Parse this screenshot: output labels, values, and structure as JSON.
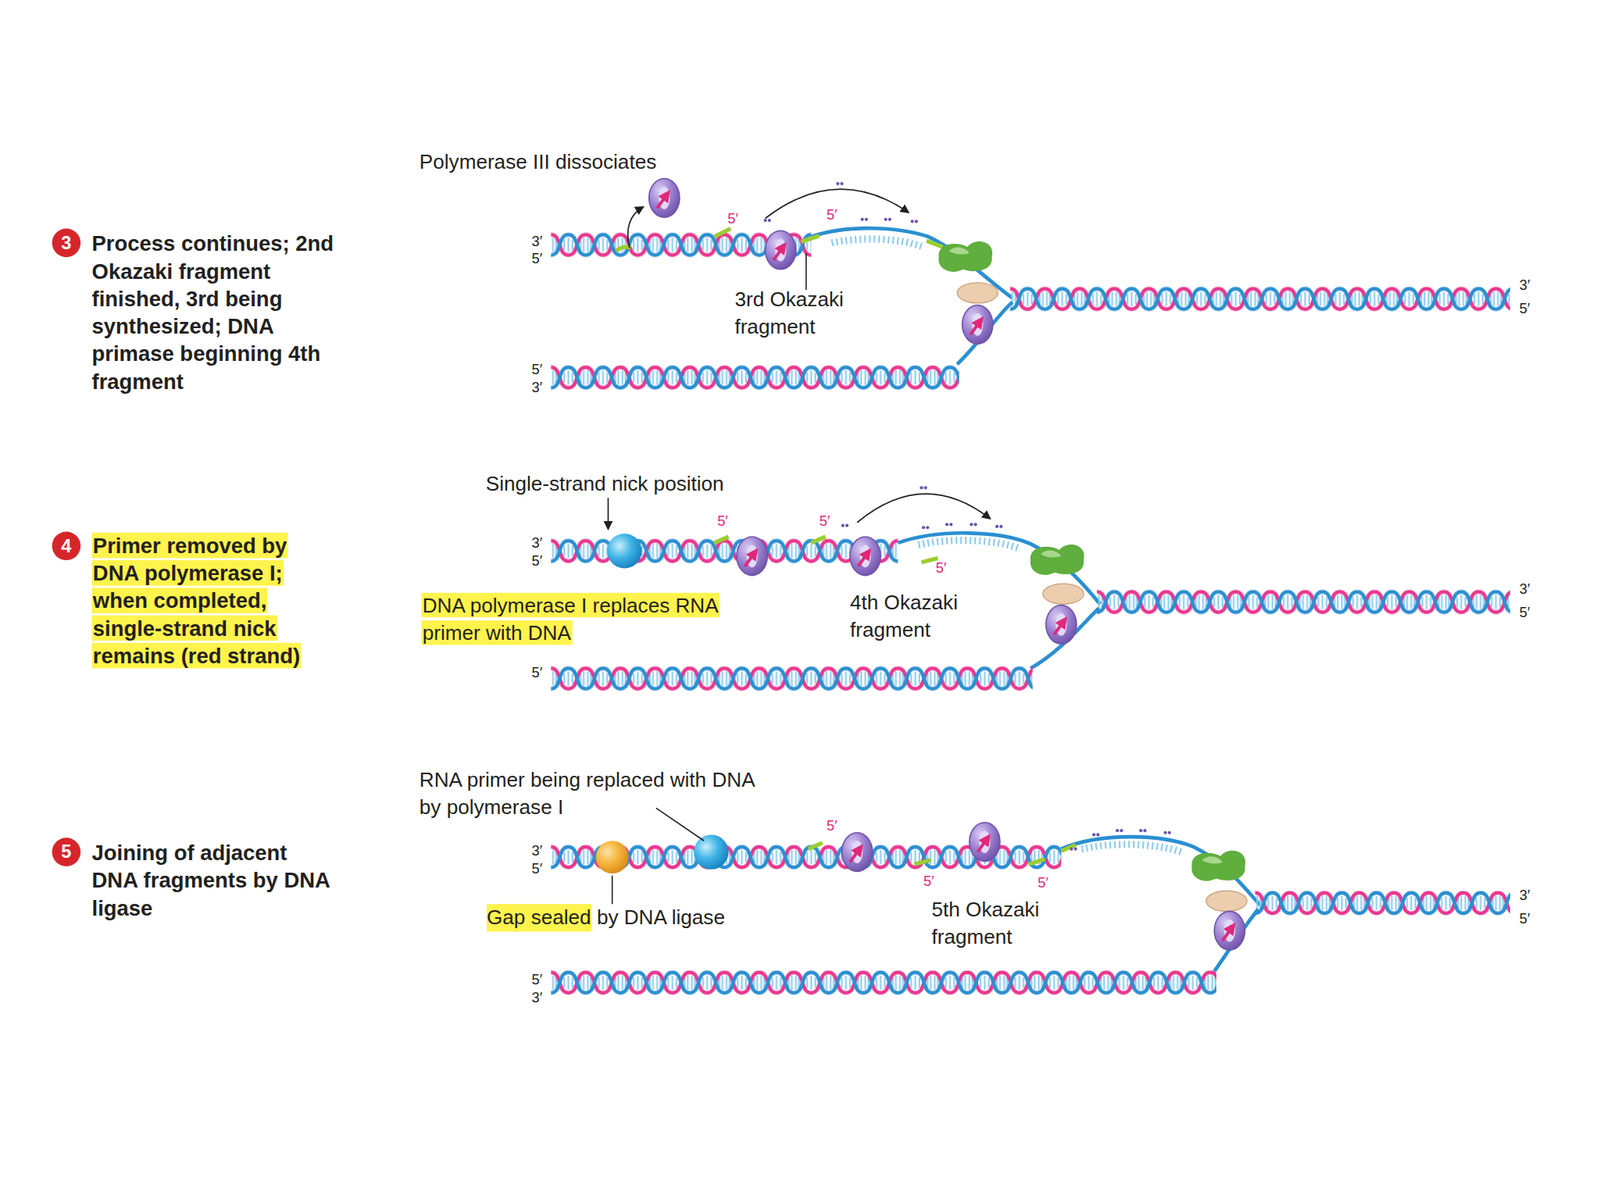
{
  "diagram": {
    "nodes": [
      {
        "text": [
          "3"
        ]
      },
      {
        "text": [
          "4"
        ]
      },
      {
        "text": [
          "5"
        ]
      }
    ],
    "labels": [
      "Process continues; 2nd Okazaki fragment finished, 3rd being synthesized; DNA primase beginning 4th fragment",
      "Polymerase III dissociates",
      "5′",
      "5′",
      "3′",
      "5′",
      "3rd Okazaki fragment",
      "3′",
      "5′",
      "5′",
      "3′",
      "Primer removed by DNA polymerase I; when completed, single-strand nick remains (red strand)",
      "Single-strand nick position",
      "5′",
      "5′",
      "3′",
      "5′",
      "DNA polymerase I replaces RNA primer with DNA",
      "5′",
      "4th Okazaki fragment",
      "3′",
      "5′",
      "5′",
      "Joining of adjacent DNA fragments by DNA ligase",
      "RNA primer being replaced with DNA by polymerase I",
      "5′",
      "3′",
      "5′",
      "Gap sealed by DNA ligase",
      "5′",
      "5′",
      "5th Okazaki fragment",
      "3′",
      "5′",
      "5′",
      "3′"
    ]
  }
}
